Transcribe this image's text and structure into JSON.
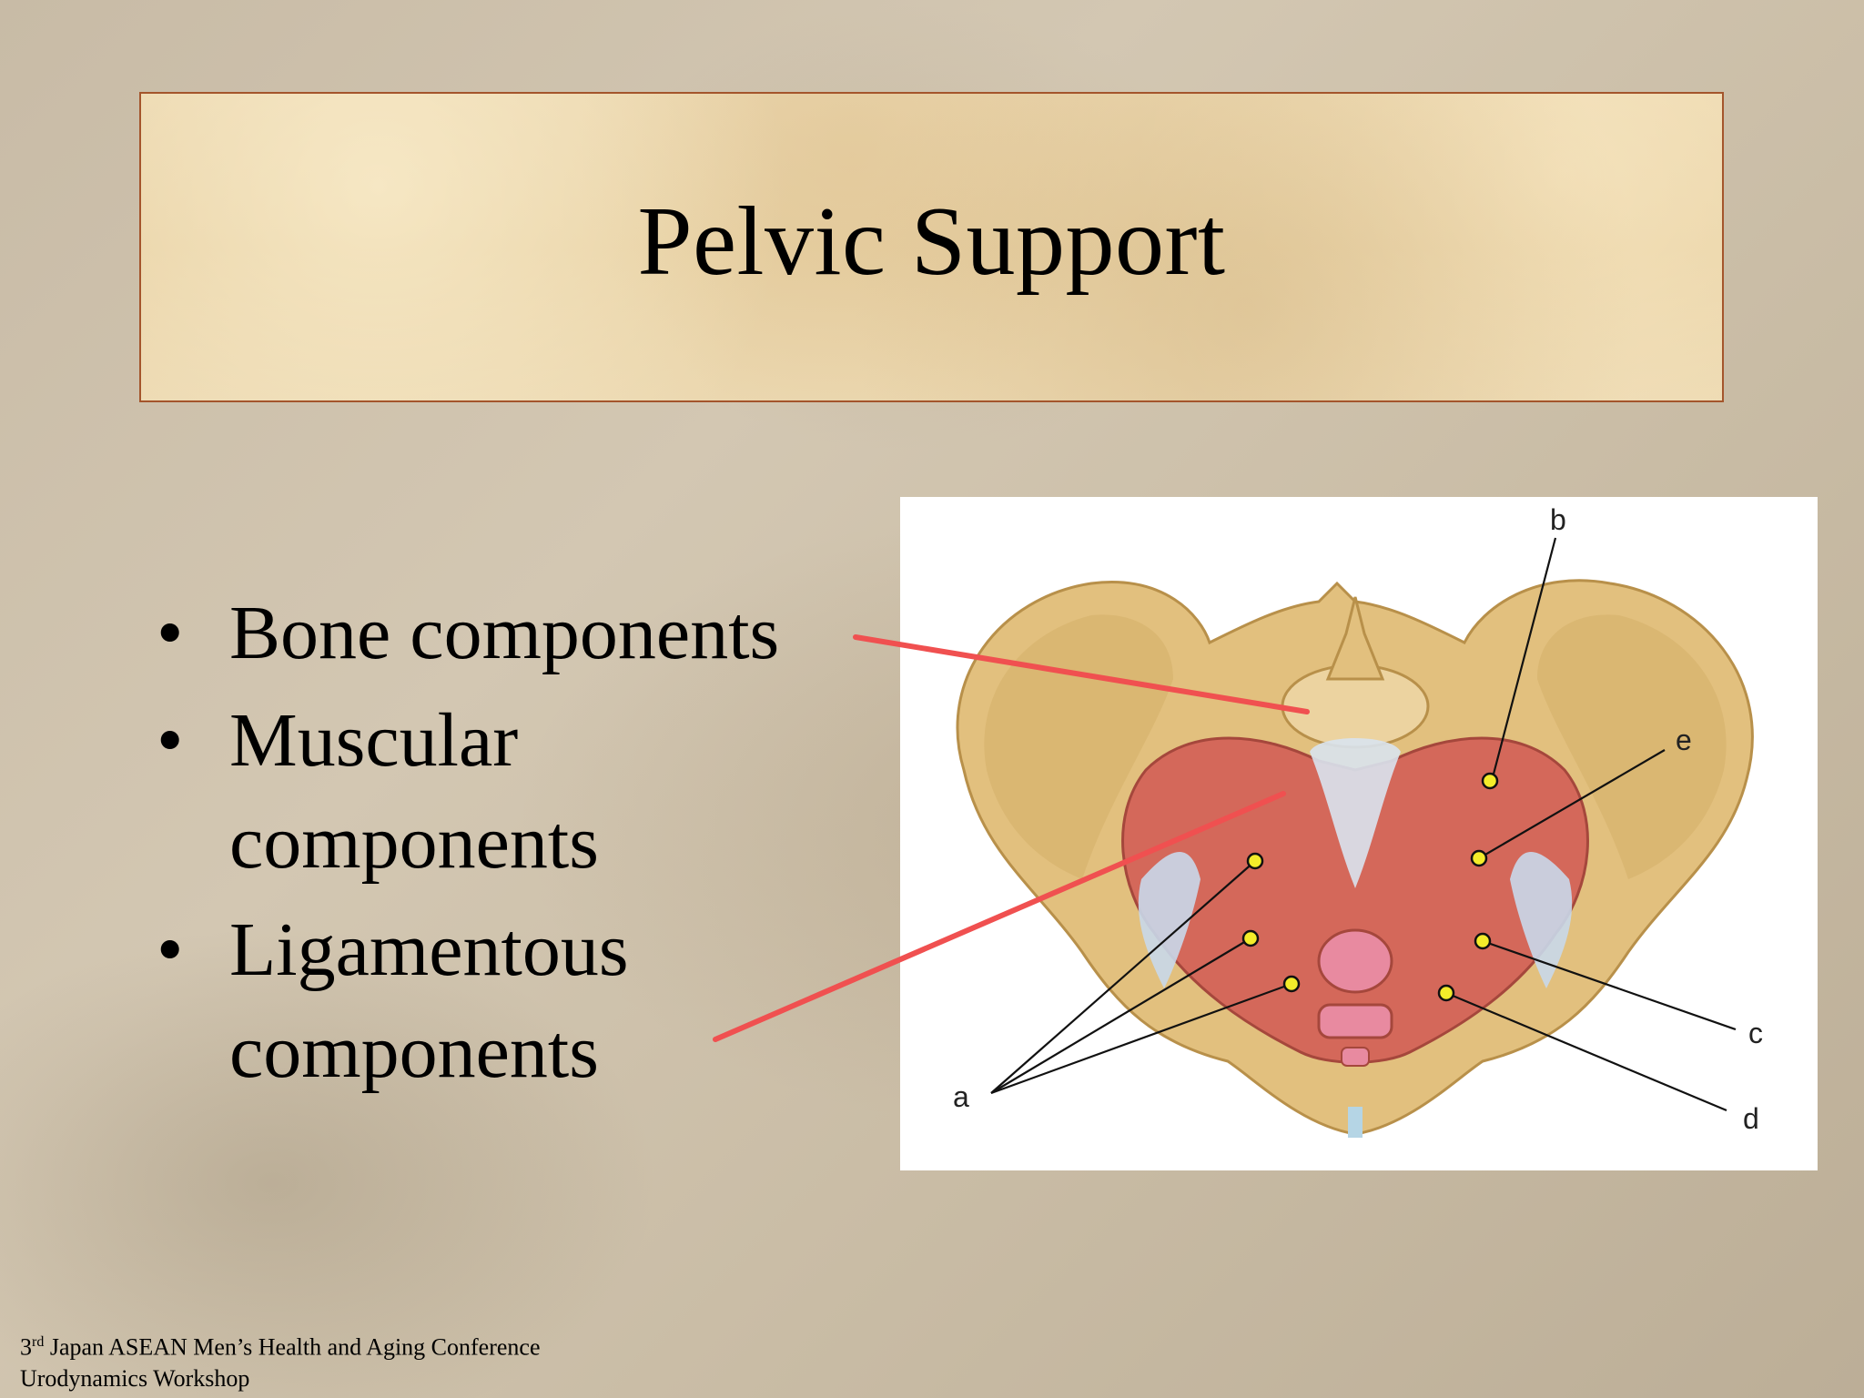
{
  "slide": {
    "title": "Pelvic Support",
    "bullets": [
      {
        "label": "Bone components"
      },
      {
        "label": "Muscular components"
      },
      {
        "label": "Ligamentous components"
      }
    ],
    "bullet_symbol": "•",
    "figure": {
      "labels": [
        "a",
        "b",
        "c",
        "d",
        "e"
      ]
    },
    "footer": {
      "line1_ordinal_number": "3",
      "line1_ordinal_suffix": "rd",
      "line1_text": "Japan ASEAN Men’s Health and Aging Conference",
      "line2": "Urodynamics Workshop"
    },
    "colors": {
      "callout_line": "#f05050",
      "title_border": "#a4552c"
    }
  }
}
